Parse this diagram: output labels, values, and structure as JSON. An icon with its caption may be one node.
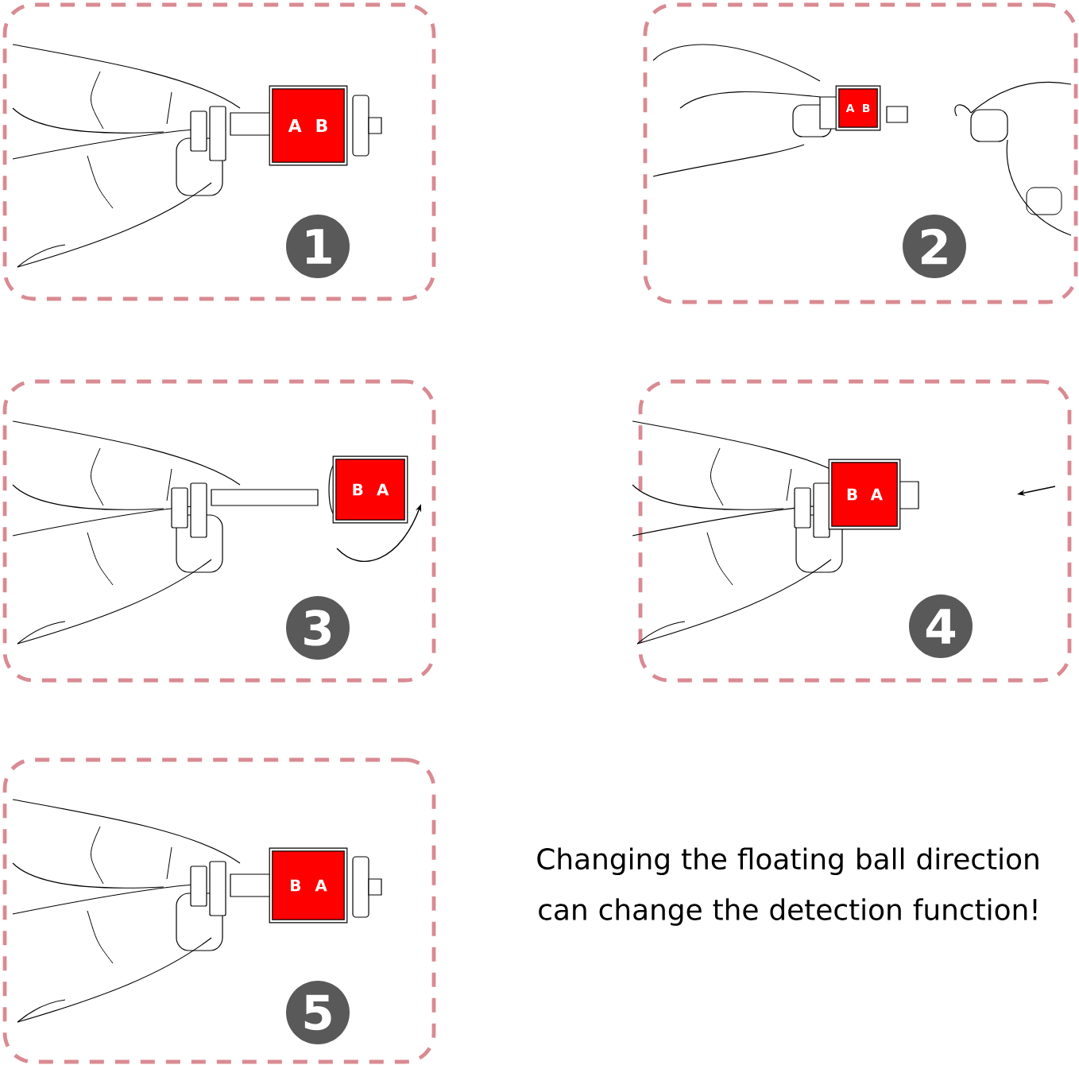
{
  "diagram": {
    "nodes": [
      {
        "text": [],
        "shape": "box"
      },
      {
        "text": [
          "A",
          "B"
        ],
        "in": 0
      },
      {
        "text": [
          "1"
        ],
        "in": 0
      },
      {
        "text": [],
        "shape": "box"
      },
      {
        "text": [
          "A",
          "B"
        ],
        "in": 3
      },
      {
        "text": [
          "2"
        ],
        "in": 3
      },
      {
        "text": [],
        "shape": "box"
      },
      {
        "text": [
          "B",
          "A"
        ],
        "in": 6
      },
      {
        "text": [
          "3"
        ],
        "in": 6
      },
      {
        "text": [],
        "shape": "box"
      },
      {
        "text": [
          "B",
          "A"
        ],
        "in": 9
      },
      {
        "text": [
          "4"
        ],
        "in": 9
      },
      {
        "text": [],
        "shape": "box"
      },
      {
        "text": [
          "B",
          "A"
        ],
        "in": 12
      },
      {
        "text": [
          "5"
        ],
        "in": 12
      }
    ],
    "labels": [
      "Changing the floating ball direction can change the detection function!"
    ]
  }
}
